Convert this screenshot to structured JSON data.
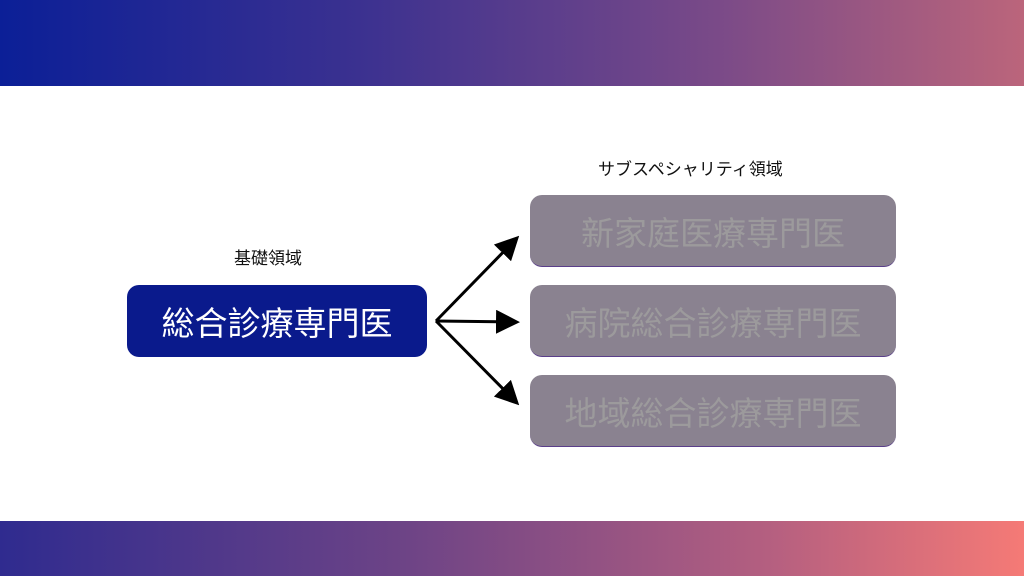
{
  "left_label": "基礎領域",
  "main_box": "総合診療専門医",
  "right_label": "サブスペシャリティ領域",
  "sub_boxes": [
    "新家庭医療専門医",
    "病院総合診療専門医",
    "地域総合診療専門医"
  ],
  "colors": {
    "main_box": "#0a1a8c",
    "sub_box": "#8a8290",
    "sub_text": "#9c9a9c"
  }
}
